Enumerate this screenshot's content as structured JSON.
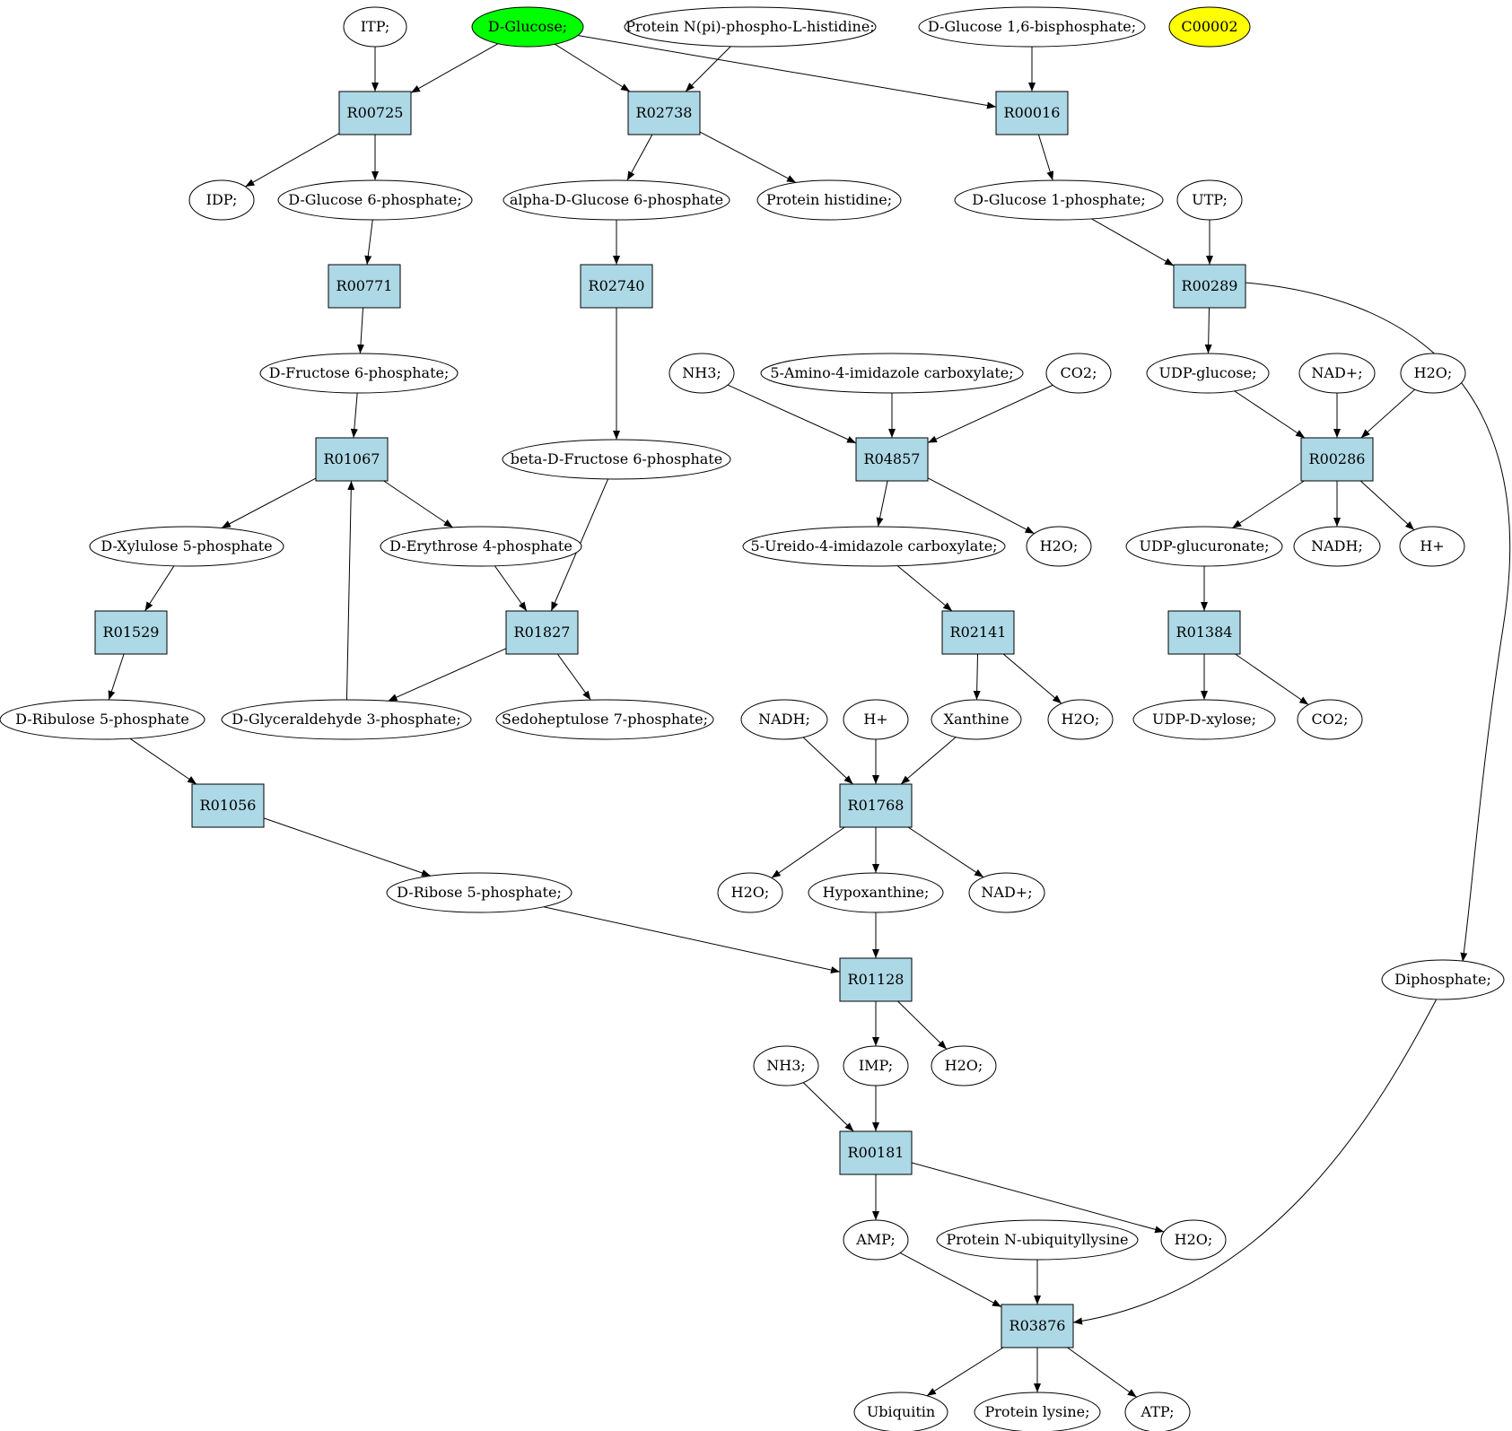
{
  "colors": {
    "reaction_fill": "#add8e6",
    "compound_fill": "#ffffff",
    "highlight_green": "#00ff00",
    "highlight_yellow": "#ffff00",
    "stroke": "#000000"
  },
  "nodes": {
    "itp": "ITP;",
    "dglucose": "D-Glucose;",
    "protnph": "Protein N(pi)-phospho-L-histidine;",
    "dg16bp": "D-Glucose 1,6-bisphosphate;",
    "c00002": "C00002",
    "r00725": "R00725",
    "r02738": "R02738",
    "r00016": "R00016",
    "idp": "IDP;",
    "dg6p": "D-Glucose 6-phosphate;",
    "adg6p": "alpha-D-Glucose 6-phosphate",
    "protein_his": "Protein histidine;",
    "dg1p": "D-Glucose 1-phosphate;",
    "utp": "UTP;",
    "r00771": "R00771",
    "r02740": "R02740",
    "r00289": "R00289",
    "df6p": "D-Fructose 6-phosphate;",
    "nh3_a": "NH3;",
    "aica": "5-Amino-4-imidazole carboxylate;",
    "co2_a": "CO2;",
    "udpglc": "UDP-glucose;",
    "nadp_a": "NAD+;",
    "h2o_a": "H2O;",
    "r01067": "R01067",
    "bdf6p": "beta-D-Fructose 6-phosphate",
    "r04857": "R04857",
    "r00286": "R00286",
    "dx5p": "D-Xylulose 5-phosphate",
    "de4p": "D-Erythrose 4-phosphate",
    "uica": "5-Ureido-4-imidazole carboxylate;",
    "h2o_b": "H2O;",
    "udpglcur": "UDP-glucuronate;",
    "nadh_a": "NADH;",
    "hplus_a": "H+",
    "r01529": "R01529",
    "r01827": "R01827",
    "r02141": "R02141",
    "r01384": "R01384",
    "dr5p_ru": "D-Ribulose 5-phosphate",
    "dga3p": "D-Glyceraldehyde 3-phosphate;",
    "s7p": "Sedoheptulose 7-phosphate;",
    "nadh_b": "NADH;",
    "hplus_b": "H+",
    "xanthine": "Xanthine",
    "h2o_c": "H2O;",
    "udpxyl": "UDP-D-xylose;",
    "co2_b": "CO2;",
    "r01056": "R01056",
    "r01768": "R01768",
    "dr5p": "D-Ribose 5-phosphate;",
    "h2o_d": "H2O;",
    "hypox": "Hypoxanthine;",
    "nadp_b": "NAD+;",
    "r01128": "R01128",
    "diphos": "Diphosphate;",
    "nh3_b": "NH3;",
    "imp": "IMP;",
    "h2o_e": "H2O;",
    "r00181": "R00181",
    "amp": "AMP;",
    "protubq": "Protein N-ubiquityllysine",
    "h2o_f": "H2O;",
    "r03876": "R03876",
    "ubiquitin": "Ubiquitin",
    "protlys": "Protein lysine;",
    "atp": "ATP;"
  }
}
